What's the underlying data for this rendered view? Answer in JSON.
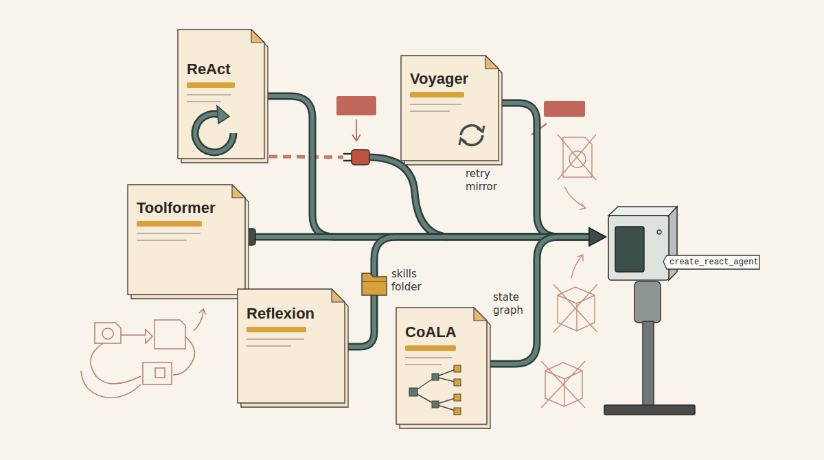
{
  "diagram": {
    "nodes": [
      {
        "text": [
          "ReAct"
        ]
      },
      {
        "text": [
          "Voyager"
        ]
      },
      {
        "text": [
          "Toolformer"
        ]
      },
      {
        "text": [
          "Reflexion"
        ]
      },
      {
        "text": [
          "CoALA"
        ]
      },
      {
        "text": [
          "create_react_agent"
        ]
      }
    ],
    "edges": [
      {
        "from": 0,
        "to": 5,
        "arrow": "to"
      },
      {
        "from": 1,
        "to": 5,
        "arrow": "to"
      },
      {
        "from": 2,
        "to": 5,
        "arrow": "to"
      },
      {
        "from": 3,
        "to": 5,
        "arrow": "to",
        "label": "skills folder"
      },
      {
        "from": 4,
        "to": 5,
        "arrow": "to",
        "label": "state graph"
      }
    ],
    "labels": [
      "retry mirror"
    ]
  }
}
